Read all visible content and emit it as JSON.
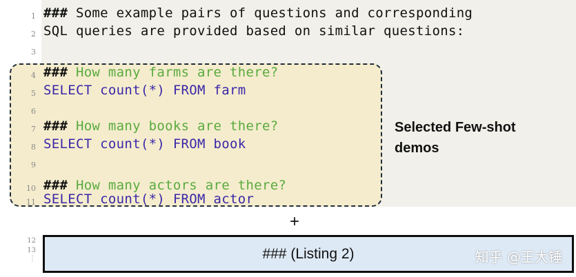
{
  "code_lines": [
    {
      "n": "1",
      "hash": "###",
      "text": " Some example pairs of questions and corresponding",
      "kind": "plain"
    },
    {
      "n": "2",
      "hash": "",
      "text": "SQL queries are provided based on similar questions:",
      "kind": "plain"
    },
    {
      "n": "3",
      "hash": "",
      "text": "",
      "kind": "plain"
    },
    {
      "n": "4",
      "hash": "###",
      "text": " How many farms are there?",
      "kind": "comment"
    },
    {
      "n": "5",
      "hash": "",
      "text": "SELECT count(*) FROM farm",
      "kind": "sql"
    },
    {
      "n": "6",
      "hash": "",
      "text": "",
      "kind": "plain"
    },
    {
      "n": "7",
      "hash": "###",
      "text": " How many books are there?",
      "kind": "comment"
    },
    {
      "n": "8",
      "hash": "",
      "text": "SELECT count(*) FROM book",
      "kind": "sql"
    },
    {
      "n": "9",
      "hash": "",
      "text": "",
      "kind": "plain"
    },
    {
      "n": "10",
      "hash": "###",
      "text": " How many actors are there?",
      "kind": "comment"
    },
    {
      "n": "11",
      "hash": "",
      "text": "SELECT count(*) FROM actor",
      "kind": "sql"
    }
  ],
  "fewshot_label": "Selected Few-shot demos",
  "plus": "+",
  "listing": {
    "line_numbers": [
      "12",
      "13",
      "⋮"
    ],
    "text": "### (Listing 2)",
    "watermark": "知乎 @王大锤"
  },
  "colors": {
    "comment": "#5aaa3e",
    "sql": "#3b27a8",
    "fewshot_bg": "#f4eccd",
    "listing_bg": "#dde9f5"
  }
}
